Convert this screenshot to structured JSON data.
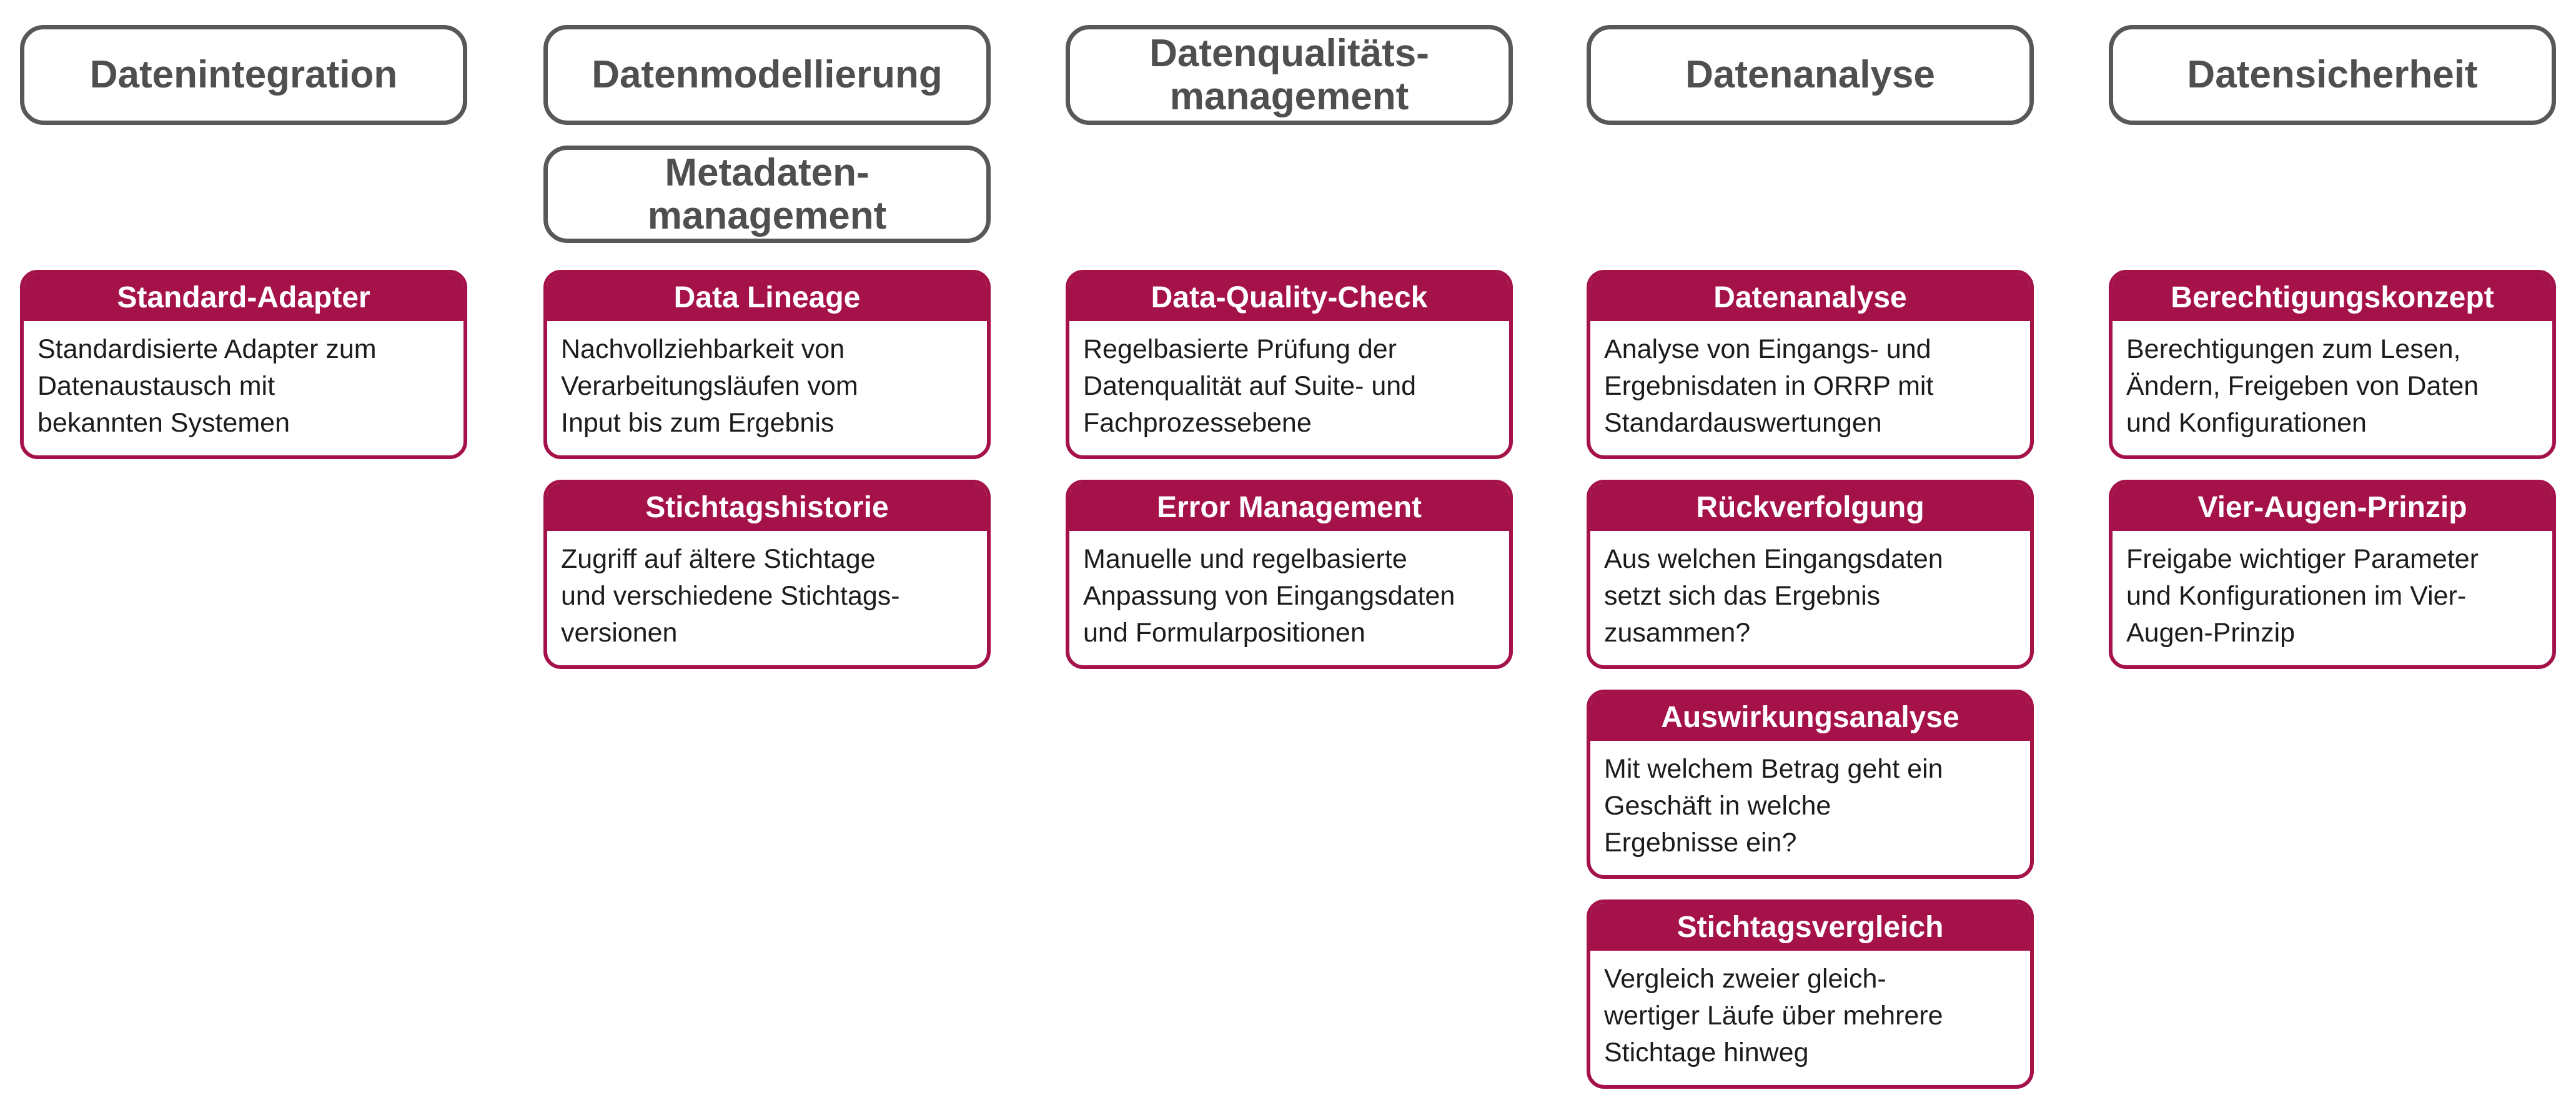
{
  "colors": {
    "card_accent": "#A5124A",
    "category_border": "#58585A",
    "category_text": "#4F4F50",
    "body_text": "#1C1C1C",
    "background": "#FFFFFF"
  },
  "columns": [
    {
      "headers": [
        "Datenintegration"
      ],
      "cards": [
        {
          "title": "Standard-Adapter",
          "body": "Standardisierte Adapter zum\nDatenaustausch mit\nbekannten Systemen"
        }
      ]
    },
    {
      "headers": [
        "Datenmodellierung",
        "Metadaten-\nmanagement"
      ],
      "cards": [
        {
          "title": "Data Lineage",
          "body": "Nachvollziehbarkeit von\nVerarbeitungsläufen vom\nInput bis zum Ergebnis"
        },
        {
          "title": "Stichtagshistorie",
          "body": "Zugriff auf ältere Stichtage\nund verschiedene Stichtags-\nversionen"
        }
      ]
    },
    {
      "headers": [
        "Datenqualitäts-\nmanagement"
      ],
      "cards": [
        {
          "title": "Data-Quality-Check",
          "body": "Regelbasierte Prüfung der\nDatenqualität auf Suite- und\nFachprozessebene"
        },
        {
          "title": "Error Management",
          "body": "Manuelle und regelbasierte\nAnpassung von Eingangsdaten\nund Formularpositionen"
        }
      ]
    },
    {
      "headers": [
        "Datenanalyse"
      ],
      "cards": [
        {
          "title": "Datenanalyse",
          "body": "Analyse von Eingangs- und\nErgebnisdaten in ORRP mit\nStandardauswertungen"
        },
        {
          "title": "Rückverfolgung",
          "body": "Aus welchen Eingangsdaten\nsetzt sich das Ergebnis\nzusammen?"
        },
        {
          "title": "Auswirkungsanalyse",
          "body": "Mit welchem Betrag geht ein\nGeschäft in welche\nErgebnisse ein?"
        },
        {
          "title": "Stichtagsvergleich",
          "body": "Vergleich zweier gleich-\nwertiger Läufe über mehrere\nStichtage hinweg"
        }
      ]
    },
    {
      "headers": [
        "Datensicherheit"
      ],
      "cards": [
        {
          "title": "Berechtigungskonzept",
          "body": "Berechtigungen zum Lesen,\nÄndern, Freigeben von Daten\nund Konfigurationen"
        },
        {
          "title": "Vier-Augen-Prinzip",
          "body": "Freigabe wichtiger Parameter\nund Konfigurationen im Vier-\nAugen-Prinzip"
        }
      ]
    }
  ]
}
